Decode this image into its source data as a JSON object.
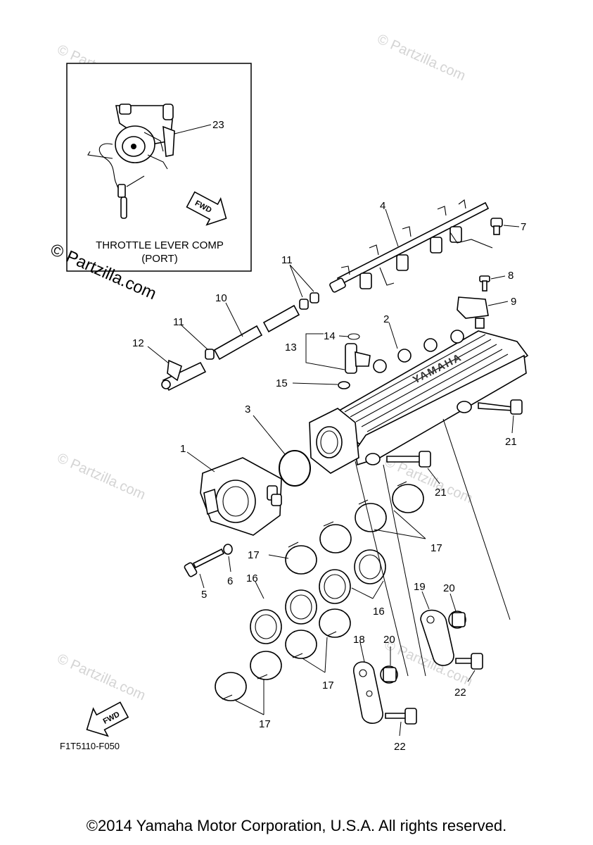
{
  "diagram": {
    "inset": {
      "title_line1": "THROTTLE LEVER COMP",
      "title_line2": "(PORT)",
      "fwd_label": "FWD"
    },
    "fwd_label": "FWD",
    "brand_text": "YAMAHA",
    "part_code": "F1T5110-F050",
    "watermark": "© Partzilla.com",
    "watermark_faint": "© Partzilla.com",
    "callouts": {
      "n1": "1",
      "n2": "2",
      "n3": "3",
      "n4": "4",
      "n5": "5",
      "n6": "6",
      "n7": "7",
      "n8": "8",
      "n9": "9",
      "n10": "10",
      "n11a": "11",
      "n11b": "11",
      "n12": "12",
      "n13": "13",
      "n14": "14",
      "n15": "15",
      "n16a": "16",
      "n16b": "16",
      "n17a": "17",
      "n17b": "17",
      "n17c": "17",
      "n17d": "17",
      "n18": "18",
      "n19": "19",
      "n20a": "20",
      "n20b": "20",
      "n21a": "21",
      "n21b": "21",
      "n22a": "22",
      "n22b": "22",
      "n23": "23"
    }
  },
  "footer": {
    "copyright": "©2014 Yamaha Motor Corporation, U.S.A. All rights reserved."
  }
}
